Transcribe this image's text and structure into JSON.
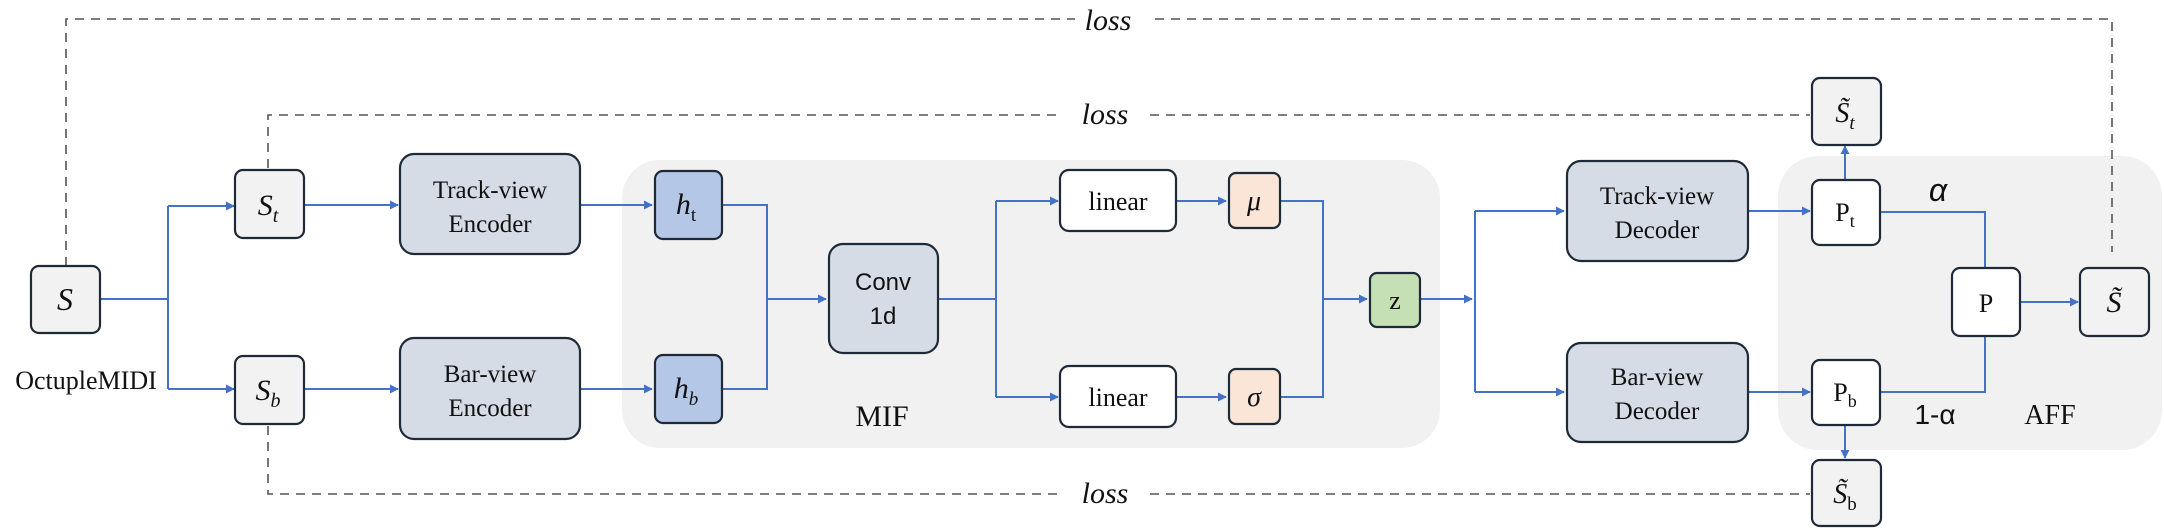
{
  "loss_outer": "loss",
  "loss_track": "loss",
  "loss_bar": "loss",
  "input_symbol": "S",
  "input_label": "OctupleMIDI",
  "track_seq": {
    "base": "S",
    "sub": "t"
  },
  "bar_seq": {
    "base": "S",
    "sub": "b"
  },
  "track_encoder": [
    "Track-view",
    "Encoder"
  ],
  "bar_encoder": [
    "Bar-view",
    "Encoder"
  ],
  "h_track": {
    "base": "h",
    "sub": "t"
  },
  "h_bar": {
    "base": "h",
    "sub": "b"
  },
  "conv": [
    "Conv",
    "1d"
  ],
  "linear_top": "linear",
  "linear_bottom": "linear",
  "mu": "μ",
  "sigma": "σ",
  "z": "z",
  "mif_label": "MIF",
  "track_decoder": [
    "Track-view",
    "Decoder"
  ],
  "bar_decoder": [
    "Bar-view",
    "Decoder"
  ],
  "p_track": {
    "base": "P",
    "sub": "t"
  },
  "p_bar": {
    "base": "P",
    "sub": "b"
  },
  "p_fused": "P",
  "alpha": "α",
  "one_minus_alpha": "1-α",
  "aff_label": "AFF",
  "out_track": {
    "base": "S̃",
    "sub": "t"
  },
  "out_bar": {
    "base": "S̃",
    "sub": "b"
  },
  "out_fused": "S̃",
  "colors": {
    "flow_arrow": "#4472c4",
    "encoder_fill": "#d5dce6",
    "hidden_fill": "#b4c7e7",
    "mu_sigma_fill": "#fbe5d6",
    "z_fill": "#c5e0b4",
    "module_background": "#f1f1f1"
  }
}
